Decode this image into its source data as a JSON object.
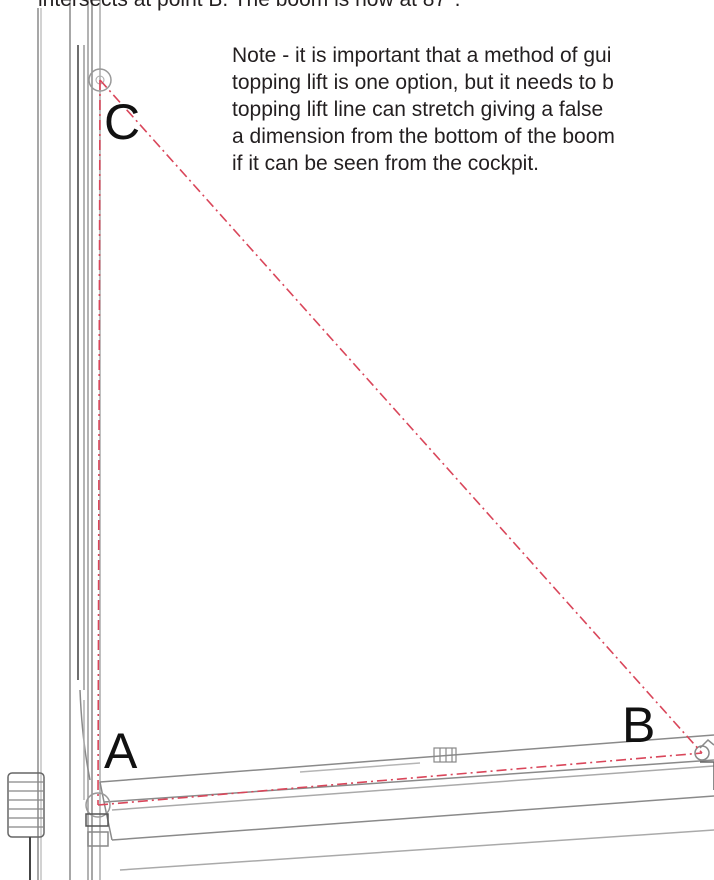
{
  "header_text": "intersects at point B.  The boom is now at 87°.",
  "note_lines": [
    "Note - it is important that a method of gui",
    "topping lift is one option, but it needs to b",
    "topping lift line can stretch giving a false",
    "a dimension from the bottom of the boom",
    "if it can be seen from the cockpit."
  ],
  "labels": {
    "a": "A",
    "b": "B",
    "c": "C"
  },
  "colors": {
    "guide_line": "#d9465a",
    "outline": "#8a8a8a",
    "text": "#231f20"
  }
}
